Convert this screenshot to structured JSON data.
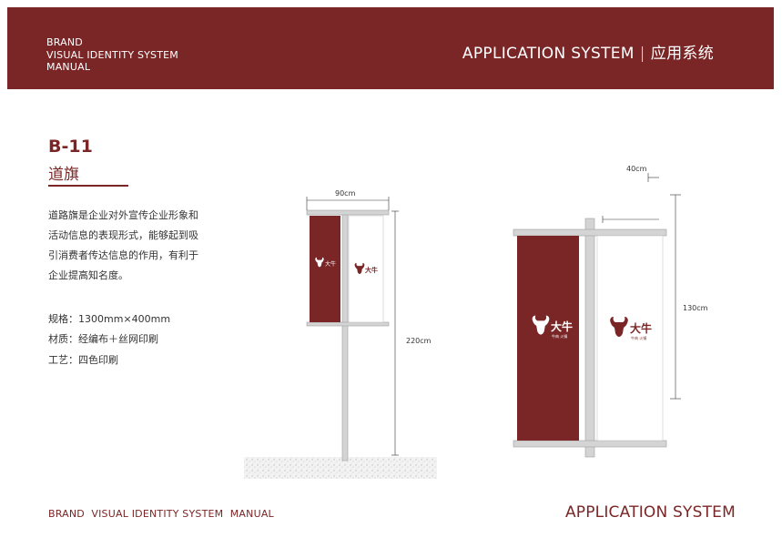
{
  "header": {
    "brand_lines": [
      "BRAND",
      "VISUAL IDENTITY SYSTEM",
      "MANUAL"
    ],
    "section_en": "APPLICATION SYSTEM",
    "section_cn": "应用系统"
  },
  "item": {
    "code": "B-11",
    "name": "道旗",
    "description_lines": [
      "道路旗是企业对外宣传企业形象和",
      "活动信息的表现形式，能够起到吸",
      "引消费者传达信息的作用，有利于",
      "企业提高知名度。"
    ],
    "specs": [
      "规格：1300mm×400mm",
      "材质：经编布＋丝网印刷",
      "工艺：四色印刷"
    ]
  },
  "drawing": {
    "small": {
      "width_label": "90cm",
      "height_label": "220cm"
    },
    "large": {
      "width_label": "40cm",
      "height_label": "130cm"
    },
    "logo_text": "大牛",
    "logo_subtext": "牛肉 火锅",
    "colors": {
      "brand": "#7b2626",
      "pole": "#d4d4d4",
      "white": "#ffffff"
    }
  },
  "footer": {
    "left": "BRAND  VISUAL IDENTITY SYSTEM  MANUAL",
    "right": "APPLICATION SYSTEM"
  }
}
